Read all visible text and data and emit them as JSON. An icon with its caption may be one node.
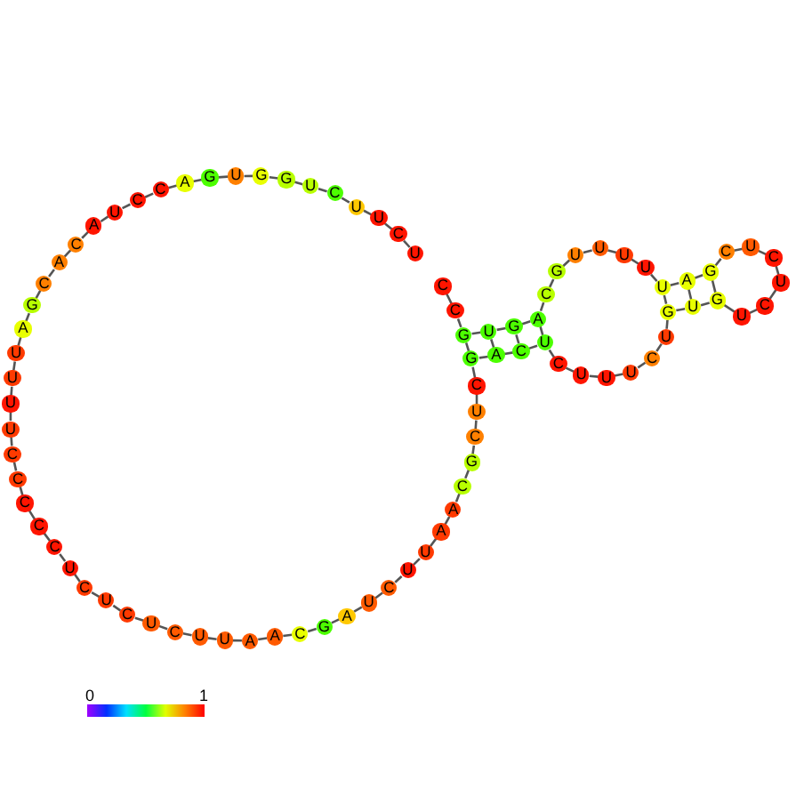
{
  "diagram": {
    "nodes": [
      {
        "text": [
          "C"
        ]
      },
      {
        "text": [
          "C"
        ]
      },
      {
        "text": [
          "G"
        ]
      },
      {
        "text": [
          "U"
        ]
      },
      {
        "text": [
          "G"
        ]
      },
      {
        "text": [
          "A"
        ]
      },
      {
        "text": [
          "C"
        ]
      },
      {
        "text": [
          "G"
        ]
      },
      {
        "text": [
          "U"
        ]
      },
      {
        "text": [
          "U"
        ]
      },
      {
        "text": [
          "U"
        ]
      },
      {
        "text": [
          "U"
        ]
      },
      {
        "text": [
          "U"
        ]
      },
      {
        "text": [
          "A"
        ]
      },
      {
        "text": [
          "G"
        ]
      },
      {
        "text": [
          "C"
        ]
      },
      {
        "text": [
          "U"
        ]
      },
      {
        "text": [
          "C"
        ]
      },
      {
        "text": [
          "U"
        ]
      },
      {
        "text": [
          "C"
        ]
      },
      {
        "text": [
          "U"
        ]
      },
      {
        "text": [
          "G"
        ]
      },
      {
        "text": [
          "U"
        ]
      },
      {
        "text": [
          "G"
        ]
      },
      {
        "text": [
          "U"
        ]
      },
      {
        "text": [
          "C"
        ]
      },
      {
        "text": [
          "U"
        ]
      },
      {
        "text": [
          "U"
        ]
      },
      {
        "text": [
          "U"
        ]
      },
      {
        "text": [
          "C"
        ]
      },
      {
        "text": [
          "U"
        ]
      },
      {
        "text": [
          "C"
        ]
      },
      {
        "text": [
          "A"
        ]
      },
      {
        "text": [
          "G"
        ]
      },
      {
        "text": [
          "C"
        ]
      },
      {
        "text": [
          "U"
        ]
      },
      {
        "text": [
          "C"
        ]
      },
      {
        "text": [
          "G"
        ]
      },
      {
        "text": [
          "C"
        ]
      },
      {
        "text": [
          "A"
        ]
      },
      {
        "text": [
          "A"
        ]
      },
      {
        "text": [
          "U"
        ]
      },
      {
        "text": [
          "U"
        ]
      },
      {
        "text": [
          "C"
        ]
      },
      {
        "text": [
          "U"
        ]
      },
      {
        "text": [
          "A"
        ]
      },
      {
        "text": [
          "G"
        ]
      },
      {
        "text": [
          "C"
        ]
      },
      {
        "text": [
          "A"
        ]
      },
      {
        "text": [
          "A"
        ]
      },
      {
        "text": [
          "U"
        ]
      },
      {
        "text": [
          "U"
        ]
      },
      {
        "text": [
          "C"
        ]
      },
      {
        "text": [
          "U"
        ]
      },
      {
        "text": [
          "C"
        ]
      },
      {
        "text": [
          "U"
        ]
      },
      {
        "text": [
          "C"
        ]
      },
      {
        "text": [
          "U"
        ]
      },
      {
        "text": [
          "C"
        ]
      },
      {
        "text": [
          "C"
        ]
      },
      {
        "text": [
          "C"
        ]
      },
      {
        "text": [
          "C"
        ]
      },
      {
        "text": [
          "C"
        ]
      },
      {
        "text": [
          "U"
        ]
      },
      {
        "text": [
          "U"
        ]
      },
      {
        "text": [
          "U"
        ]
      },
      {
        "text": [
          "U"
        ]
      },
      {
        "text": [
          "A"
        ]
      },
      {
        "text": [
          "G"
        ]
      },
      {
        "text": [
          "C"
        ]
      },
      {
        "text": [
          "A"
        ]
      },
      {
        "text": [
          "C"
        ]
      },
      {
        "text": [
          "A"
        ]
      },
      {
        "text": [
          "U"
        ]
      },
      {
        "text": [
          "C"
        ]
      },
      {
        "text": [
          "C"
        ]
      },
      {
        "text": [
          "A"
        ]
      },
      {
        "text": [
          "G"
        ]
      },
      {
        "text": [
          "U"
        ]
      },
      {
        "text": [
          "G"
        ]
      },
      {
        "text": [
          "G"
        ]
      },
      {
        "text": [
          "U"
        ]
      },
      {
        "text": [
          "C"
        ]
      },
      {
        "text": [
          "U"
        ]
      },
      {
        "text": [
          "U"
        ]
      },
      {
        "text": [
          "C"
        ]
      },
      {
        "text": [
          "U"
        ]
      }
    ],
    "edges": [
      {
        "from": 0,
        "to": 1,
        "arrow": "none"
      },
      {
        "from": 1,
        "to": 2,
        "arrow": "none"
      },
      {
        "from": 2,
        "to": 3,
        "arrow": "none"
      },
      {
        "from": 3,
        "to": 4,
        "arrow": "none"
      },
      {
        "from": 4,
        "to": 5,
        "arrow": "none"
      },
      {
        "from": 5,
        "to": 6,
        "arrow": "none"
      },
      {
        "from": 6,
        "to": 7,
        "arrow": "none"
      },
      {
        "from": 7,
        "to": 8,
        "arrow": "none"
      },
      {
        "from": 8,
        "to": 9,
        "arrow": "none"
      },
      {
        "from": 9,
        "to": 10,
        "arrow": "none"
      },
      {
        "from": 10,
        "to": 11,
        "arrow": "none"
      },
      {
        "from": 11,
        "to": 12,
        "arrow": "none"
      },
      {
        "from": 12,
        "to": 13,
        "arrow": "none"
      },
      {
        "from": 13,
        "to": 14,
        "arrow": "none"
      },
      {
        "from": 14,
        "to": 15,
        "arrow": "none"
      },
      {
        "from": 15,
        "to": 16,
        "arrow": "none"
      },
      {
        "from": 16,
        "to": 17,
        "arrow": "none"
      },
      {
        "from": 17,
        "to": 18,
        "arrow": "none"
      },
      {
        "from": 18,
        "to": 19,
        "arrow": "none"
      },
      {
        "from": 19,
        "to": 20,
        "arrow": "none"
      },
      {
        "from": 20,
        "to": 21,
        "arrow": "none"
      },
      {
        "from": 21,
        "to": 22,
        "arrow": "none"
      },
      {
        "from": 22,
        "to": 23,
        "arrow": "none"
      },
      {
        "from": 23,
        "to": 24,
        "arrow": "none"
      },
      {
        "from": 24,
        "to": 25,
        "arrow": "none"
      },
      {
        "from": 25,
        "to": 26,
        "arrow": "none"
      },
      {
        "from": 26,
        "to": 27,
        "arrow": "none"
      },
      {
        "from": 27,
        "to": 28,
        "arrow": "none"
      },
      {
        "from": 28,
        "to": 29,
        "arrow": "none"
      },
      {
        "from": 29,
        "to": 30,
        "arrow": "none"
      },
      {
        "from": 30,
        "to": 31,
        "arrow": "none"
      },
      {
        "from": 31,
        "to": 32,
        "arrow": "none"
      },
      {
        "from": 32,
        "to": 33,
        "arrow": "none"
      },
      {
        "from": 33,
        "to": 34,
        "arrow": "none"
      },
      {
        "from": 34,
        "to": 35,
        "arrow": "none"
      },
      {
        "from": 35,
        "to": 36,
        "arrow": "none"
      },
      {
        "from": 36,
        "to": 37,
        "arrow": "none"
      },
      {
        "from": 37,
        "to": 38,
        "arrow": "none"
      },
      {
        "from": 38,
        "to": 39,
        "arrow": "none"
      },
      {
        "from": 39,
        "to": 40,
        "arrow": "none"
      },
      {
        "from": 40,
        "to": 41,
        "arrow": "none"
      },
      {
        "from": 41,
        "to": 42,
        "arrow": "none"
      },
      {
        "from": 42,
        "to": 43,
        "arrow": "none"
      },
      {
        "from": 43,
        "to": 44,
        "arrow": "none"
      },
      {
        "from": 44,
        "to": 45,
        "arrow": "none"
      },
      {
        "from": 45,
        "to": 46,
        "arrow": "none"
      },
      {
        "from": 46,
        "to": 47,
        "arrow": "none"
      },
      {
        "from": 47,
        "to": 48,
        "arrow": "none"
      },
      {
        "from": 48,
        "to": 49,
        "arrow": "none"
      },
      {
        "from": 49,
        "to": 50,
        "arrow": "none"
      },
      {
        "from": 50,
        "to": 51,
        "arrow": "none"
      },
      {
        "from": 51,
        "to": 52,
        "arrow": "none"
      },
      {
        "from": 52,
        "to": 53,
        "arrow": "none"
      },
      {
        "from": 53,
        "to": 54,
        "arrow": "none"
      },
      {
        "from": 54,
        "to": 55,
        "arrow": "none"
      },
      {
        "from": 55,
        "to": 56,
        "arrow": "none"
      },
      {
        "from": 56,
        "to": 57,
        "arrow": "none"
      },
      {
        "from": 57,
        "to": 58,
        "arrow": "none"
      },
      {
        "from": 58,
        "to": 59,
        "arrow": "none"
      },
      {
        "from": 59,
        "to": 60,
        "arrow": "none"
      },
      {
        "from": 60,
        "to": 61,
        "arrow": "none"
      },
      {
        "from": 61,
        "to": 62,
        "arrow": "none"
      },
      {
        "from": 62,
        "to": 63,
        "arrow": "none"
      },
      {
        "from": 63,
        "to": 64,
        "arrow": "none"
      },
      {
        "from": 64,
        "to": 65,
        "arrow": "none"
      },
      {
        "from": 65,
        "to": 66,
        "arrow": "none"
      },
      {
        "from": 66,
        "to": 67,
        "arrow": "none"
      },
      {
        "from": 67,
        "to": 68,
        "arrow": "none"
      },
      {
        "from": 68,
        "to": 69,
        "arrow": "none"
      },
      {
        "from": 69,
        "to": 70,
        "arrow": "none"
      },
      {
        "from": 70,
        "to": 71,
        "arrow": "none"
      },
      {
        "from": 71,
        "to": 72,
        "arrow": "none"
      },
      {
        "from": 72,
        "to": 73,
        "arrow": "none"
      },
      {
        "from": 73,
        "to": 74,
        "arrow": "none"
      },
      {
        "from": 74,
        "to": 75,
        "arrow": "none"
      },
      {
        "from": 75,
        "to": 76,
        "arrow": "none"
      },
      {
        "from": 76,
        "to": 77,
        "arrow": "none"
      },
      {
        "from": 77,
        "to": 78,
        "arrow": "none"
      },
      {
        "from": 78,
        "to": 79,
        "arrow": "none"
      },
      {
        "from": 79,
        "to": 80,
        "arrow": "none"
      },
      {
        "from": 80,
        "to": 81,
        "arrow": "none"
      },
      {
        "from": 81,
        "to": 82,
        "arrow": "none"
      },
      {
        "from": 82,
        "to": 83,
        "arrow": "none"
      },
      {
        "from": 83,
        "to": 84,
        "arrow": "none"
      },
      {
        "from": 84,
        "to": 85,
        "arrow": "none"
      },
      {
        "from": 85,
        "to": 86,
        "arrow": "none"
      },
      {
        "from": 2,
        "to": 33,
        "arrow": "none"
      },
      {
        "from": 3,
        "to": 32,
        "arrow": "none"
      },
      {
        "from": 4,
        "to": 31,
        "arrow": "none"
      },
      {
        "from": 5,
        "to": 30,
        "arrow": "none"
      },
      {
        "from": 12,
        "to": 23,
        "arrow": "none"
      },
      {
        "from": 13,
        "to": 22,
        "arrow": "none"
      },
      {
        "from": 14,
        "to": 21,
        "arrow": "none"
      }
    ],
    "labels": [
      "0",
      "1"
    ]
  }
}
